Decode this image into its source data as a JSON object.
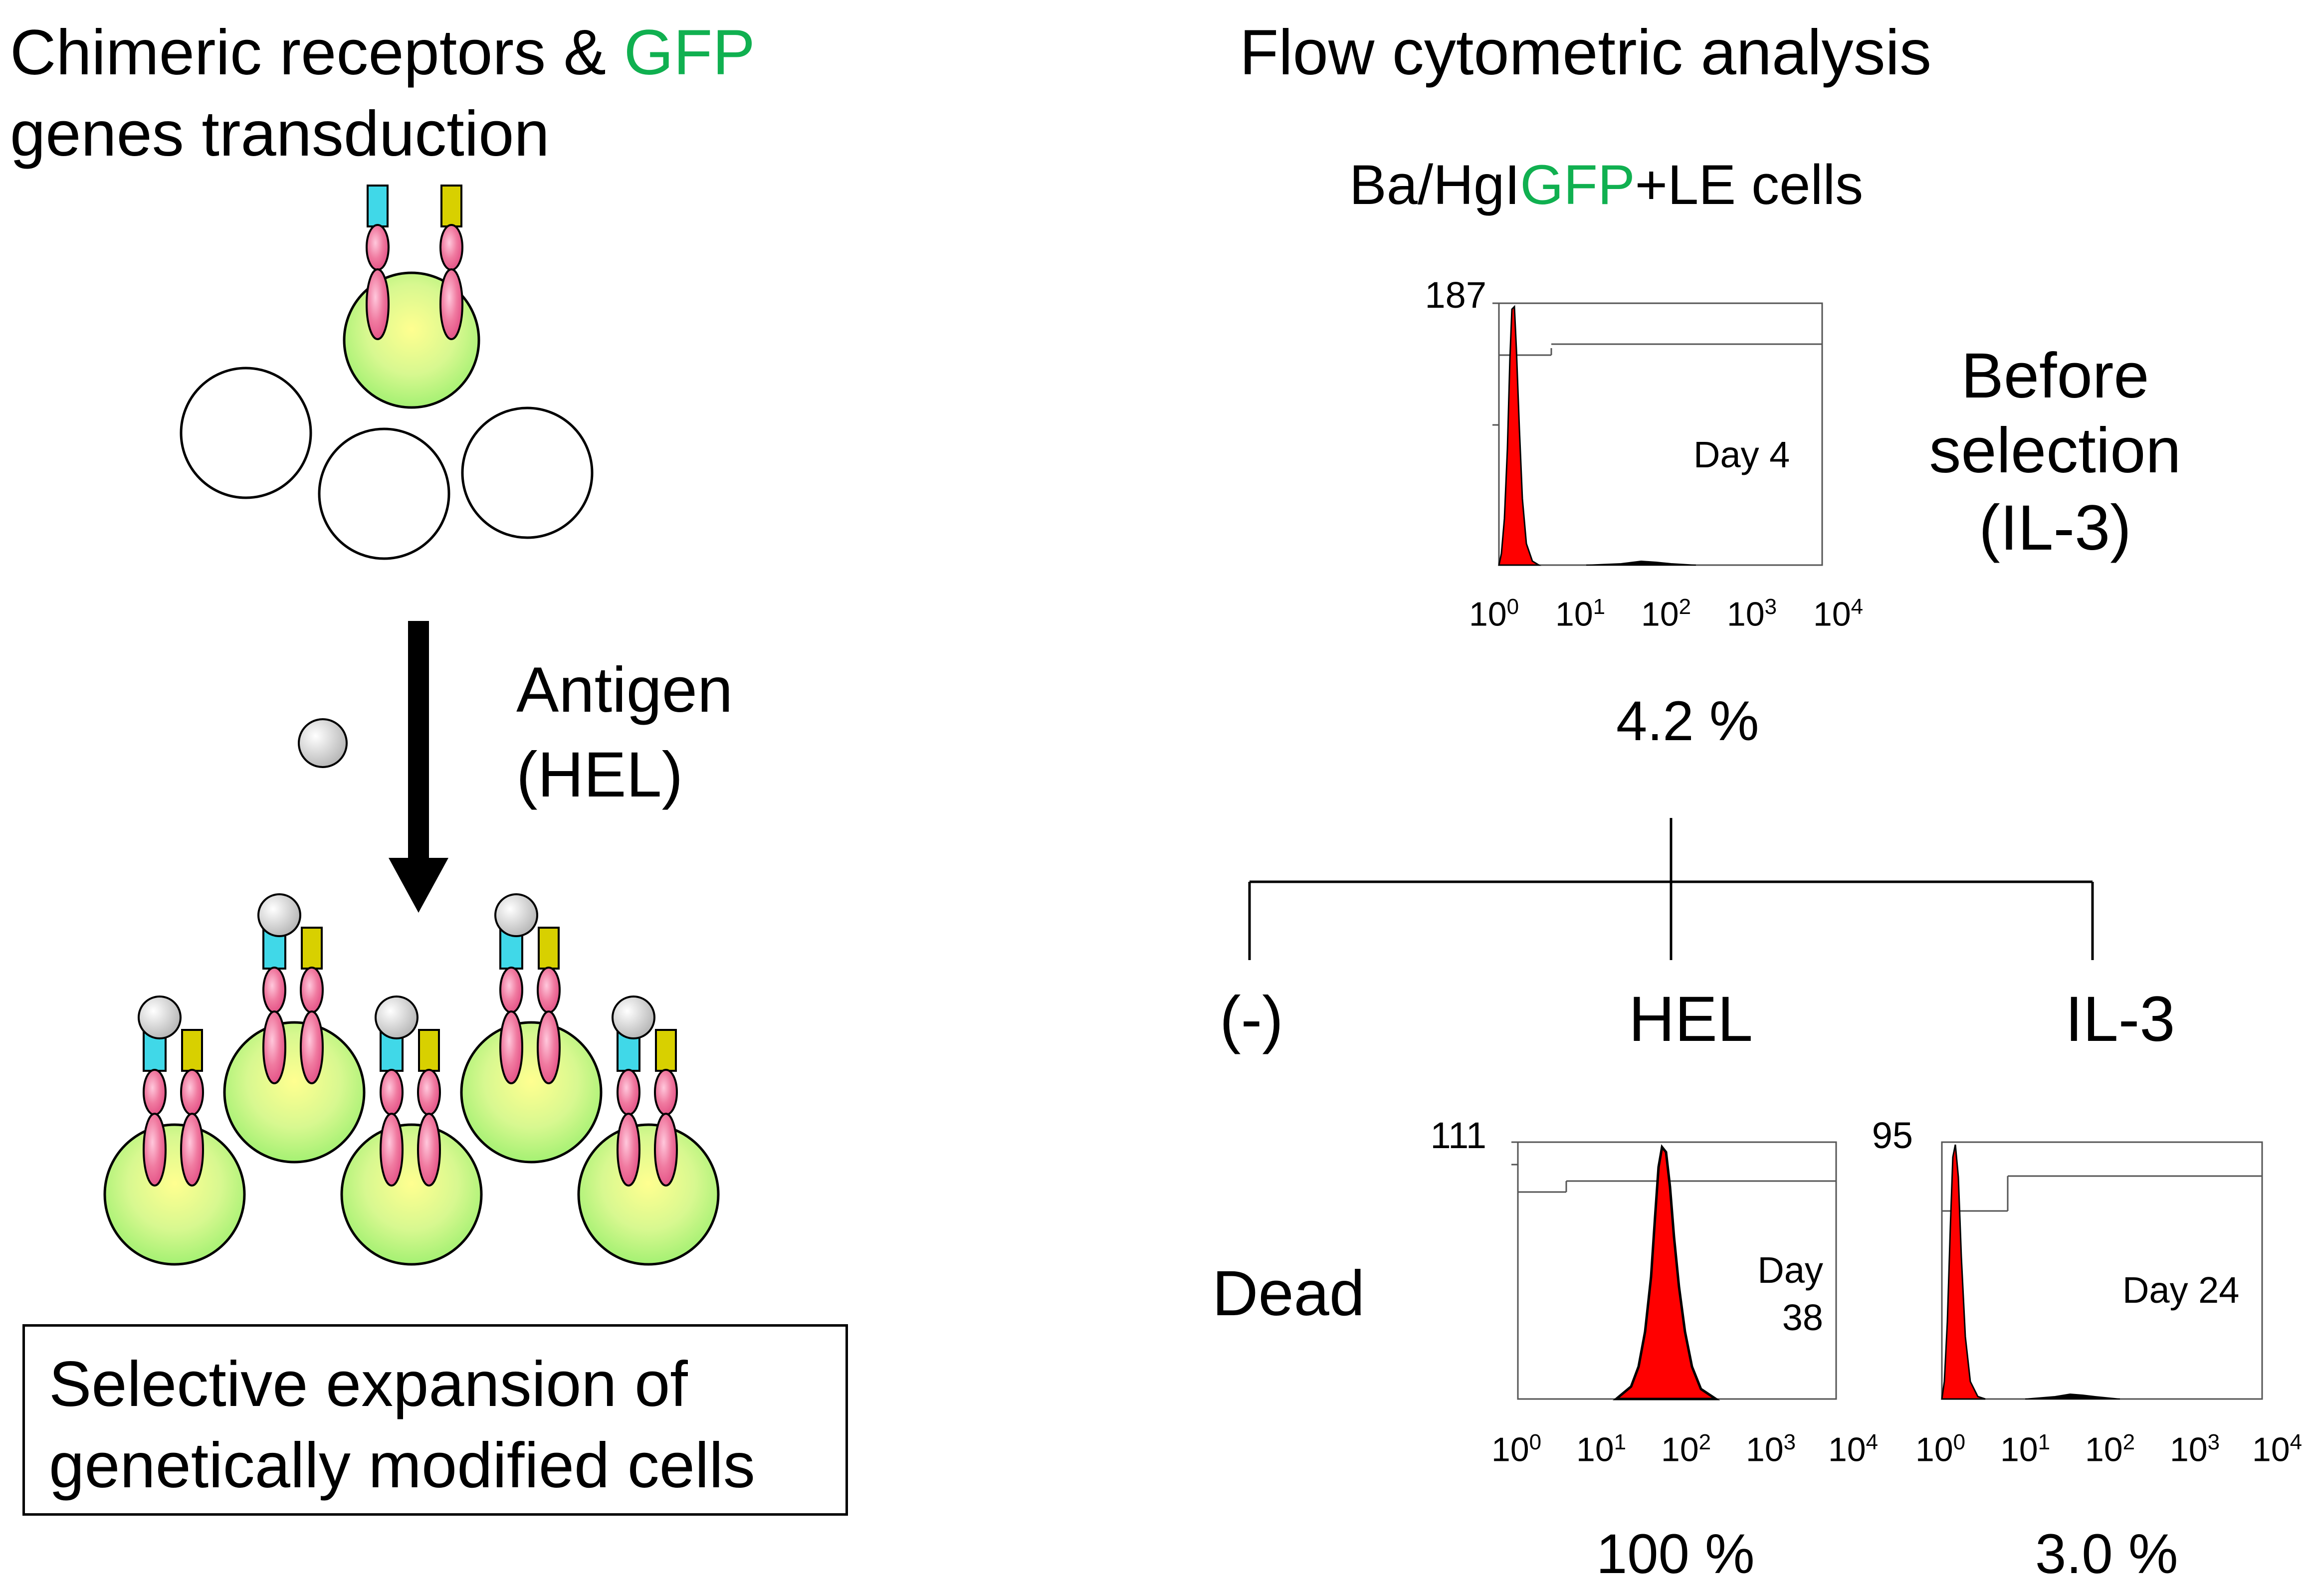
{
  "left": {
    "title_part1": "Chimeric receptors & ",
    "title_gfp": "GFP",
    "title_line2": "genes transduction",
    "antigen_line1": "Antigen",
    "antigen_line2": "(HEL)",
    "box_line1": "Selective expansion of",
    "box_line2": "genetically modified cells"
  },
  "right": {
    "title": "Flow cytometric analysis",
    "cells_part1": "Ba/HgI",
    "cells_gfp": "GFP",
    "cells_part2": "+LE cells",
    "before_line1": "Before",
    "before_line2": "selection",
    "before_line3": "(IL-3)",
    "branch_none": "(-)",
    "branch_hel": "HEL",
    "branch_il3": "IL-3",
    "dead": "Dead"
  },
  "histograms": {
    "top": {
      "ymax": "187",
      "day": "Day 4",
      "percent": "4.2 %"
    },
    "hel": {
      "ymax": "111",
      "day_line1": "Day",
      "day_line2": "38",
      "percent": "100 %"
    },
    "il3": {
      "ymax": "95",
      "day": "Day 24",
      "percent": "3.0 %"
    },
    "x_ticks": [
      {
        "base": "10",
        "exp": "0"
      },
      {
        "base": "10",
        "exp": "1"
      },
      {
        "base": "10",
        "exp": "2"
      },
      {
        "base": "10",
        "exp": "3"
      },
      {
        "base": "10",
        "exp": "4"
      }
    ]
  },
  "colors": {
    "gfp_green": "#10b050",
    "histogram_fill": "#ff0000",
    "cell_green": "#a0f070",
    "receptor_pink": "#f06090",
    "domain_cyan": "#40d8e8",
    "domain_yellow": "#d8d000",
    "antigen_gray": "#d0d0d0"
  }
}
